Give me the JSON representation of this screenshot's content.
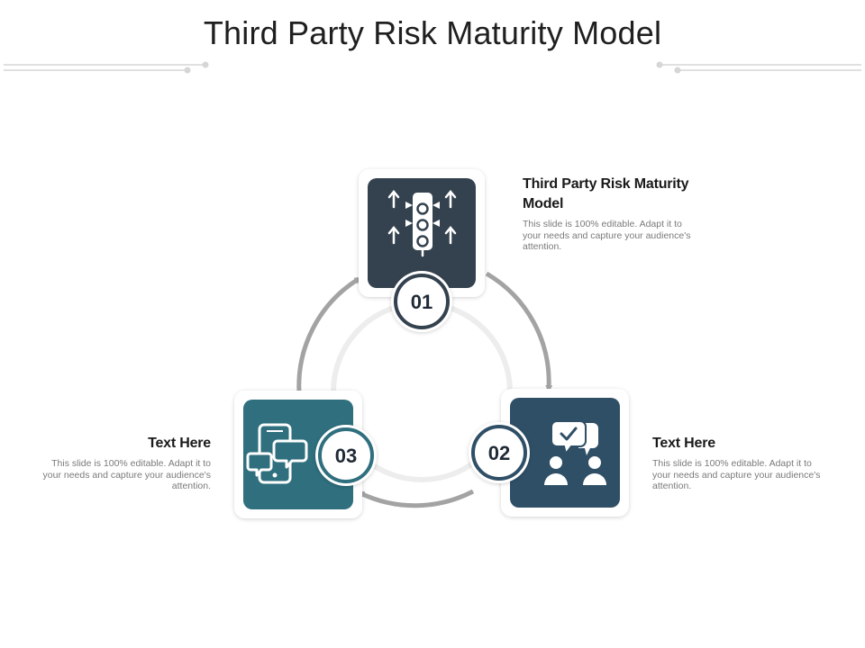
{
  "title": "Third Party Risk Maturity Model",
  "steps": [
    {
      "number": "01",
      "heading": "Third Party Risk Maturity Model",
      "body": "This slide is 100% editable. Adapt it to your needs and capture your audience's attention.",
      "icon": "traffic-light-icon",
      "color": "#34424f"
    },
    {
      "number": "02",
      "heading": "Text Here",
      "body": "This slide is 100% editable. Adapt it to your needs and capture your audience's attention.",
      "icon": "users-approval-icon",
      "color": "#2f4f66"
    },
    {
      "number": "03",
      "heading": "Text Here",
      "body": "This slide is 100% editable. Adapt it to your needs and capture your audience's attention.",
      "icon": "mobile-chat-icon",
      "color": "#2f6f7e"
    }
  ],
  "colors": {
    "arrow": "#a3a3a3",
    "inner_ring": "#ededed",
    "card_shadow": "#e2e2e2"
  }
}
